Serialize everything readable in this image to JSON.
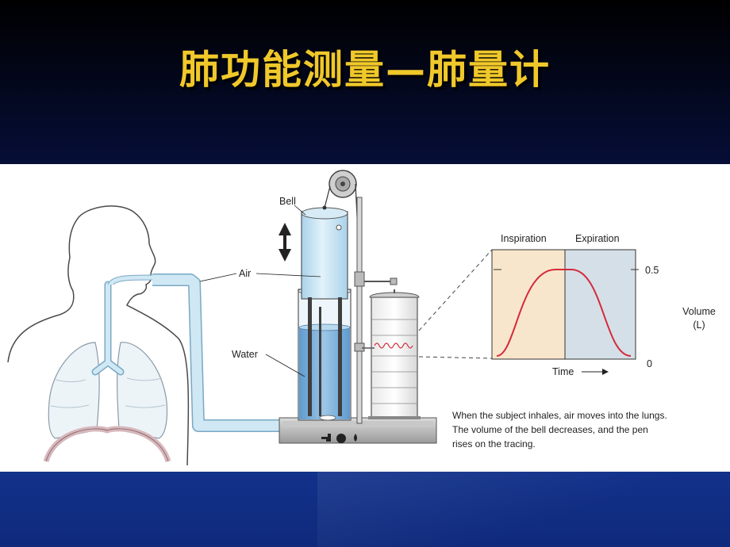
{
  "slide": {
    "title": "肺功能测量—肺量计"
  },
  "figure": {
    "labels": {
      "bell": "Bell",
      "air": "Air",
      "water": "Water"
    },
    "graph": {
      "phase_left": "Inspiration",
      "phase_right": "Expiration",
      "y_tick_top": "0.5",
      "y_tick_bottom": "0",
      "y_label_line1": "Volume",
      "y_label_line2": "(L)",
      "x_label": "Time"
    },
    "caption": {
      "line1": "When the subject inhales, air moves into the lungs.",
      "line2": "The volume of the bell decreases, and the pen",
      "line3": "rises on the tracing."
    },
    "colors": {
      "inspiration_shade": "#f8e6cc",
      "expiration_shade": "#d5dfe8",
      "trace": "#d42a3a",
      "water": "#7fb2dc",
      "bell": "#cde6f4",
      "airway": "#bfe0f0"
    }
  }
}
